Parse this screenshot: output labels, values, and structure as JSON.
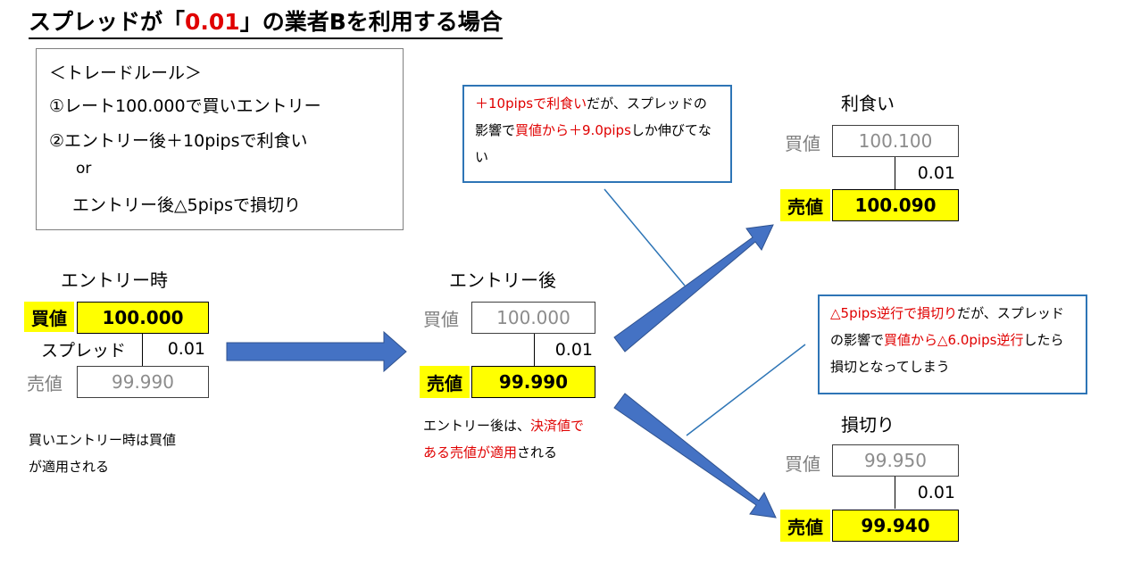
{
  "title": {
    "prefix": "スプレッドが「",
    "highlight": "0.01",
    "suffix": "」の業者Bを利用する場合"
  },
  "rules": {
    "heading": "＜トレードルール＞",
    "line1": "①レート100.000で買いエントリー",
    "line2": "②エントリー後＋10pipsで利食い",
    "or": "or",
    "line3": "エントリー後△5pipsで損切り"
  },
  "entry": {
    "title": "エントリー時",
    "buy_label": "買値",
    "buy_value": "100.000",
    "spread_label": "スプレッド",
    "spread_value": "0.01",
    "sell_label": "売値",
    "sell_value": "99.990",
    "note1": "買いエントリー時は買値",
    "note2": "が適用される"
  },
  "after": {
    "title": "エントリー後",
    "buy_label": "買値",
    "buy_value": "100.000",
    "spread_value": "0.01",
    "sell_label": "売値",
    "sell_value": "99.990",
    "note_a": "エントリー後は、",
    "note_b": "決済",
    "note_c": "値である売値が適用",
    "note_d": "さ",
    "note_e": "れる"
  },
  "profit": {
    "title": "利食い",
    "buy_label": "買値",
    "buy_value": "100.100",
    "spread_value": "0.01",
    "sell_label": "売値",
    "sell_value": "100.090"
  },
  "loss": {
    "title": "損切り",
    "buy_label": "買値",
    "buy_value": "99.950",
    "spread_value": "0.01",
    "sell_label": "売値",
    "sell_value": "99.940"
  },
  "callout_profit": {
    "a": "＋10pipsで利食い",
    "b": "だが、スプレッ",
    "c": "ドの影響で",
    "d": "買値から＋9.0pips",
    "e": "しか",
    "f": "伸びてない"
  },
  "callout_loss": {
    "a": "△5pips逆行で損切り",
    "b": "だが、スプ",
    "c": "レッドの影響で",
    "d": "買値から△6.0pips",
    "e": "逆行",
    "f": "したら損切となってしまう"
  },
  "colors": {
    "arrow": "#4472c4",
    "highlight": "#ffff00",
    "accent_red": "#e00000",
    "callout_border": "#2e75b6"
  }
}
